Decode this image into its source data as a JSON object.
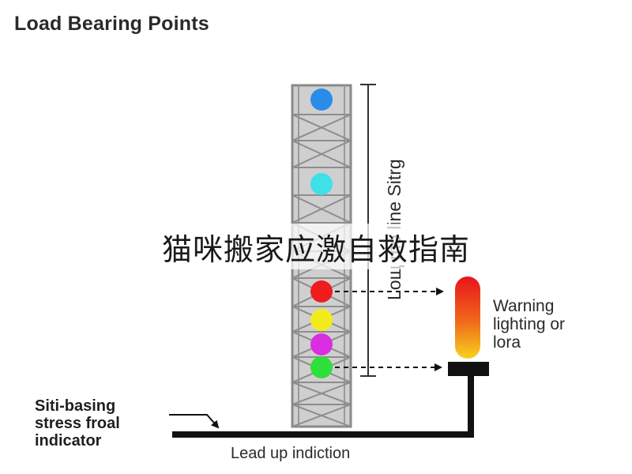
{
  "title": "Load Bearing Points",
  "vertical_label": "Loщ mo line Sitrg",
  "warning": {
    "line1": "Warning",
    "line2": "lighting or",
    "line3": "lora"
  },
  "left_indicator": {
    "line1": "Siti-basing",
    "line2": "stress froal",
    "line3": "indicator"
  },
  "bottom_label": "Lead up indiction",
  "overlay_banner": "猫咪搬家应激自救指南",
  "colors": {
    "tower_fill": "#c9c9c9",
    "tower_stroke": "#8a8a8a",
    "light_blue": "#2a8be8",
    "light_cyan": "#3fe0e8",
    "light_red": "#ee1c1c",
    "light_yellow": "#f2ec1e",
    "light_magenta": "#d92fe0",
    "light_green": "#2ee03a",
    "warning_top": "#e8141c",
    "warning_bottom": "#f7d21e",
    "line": "#111111"
  }
}
